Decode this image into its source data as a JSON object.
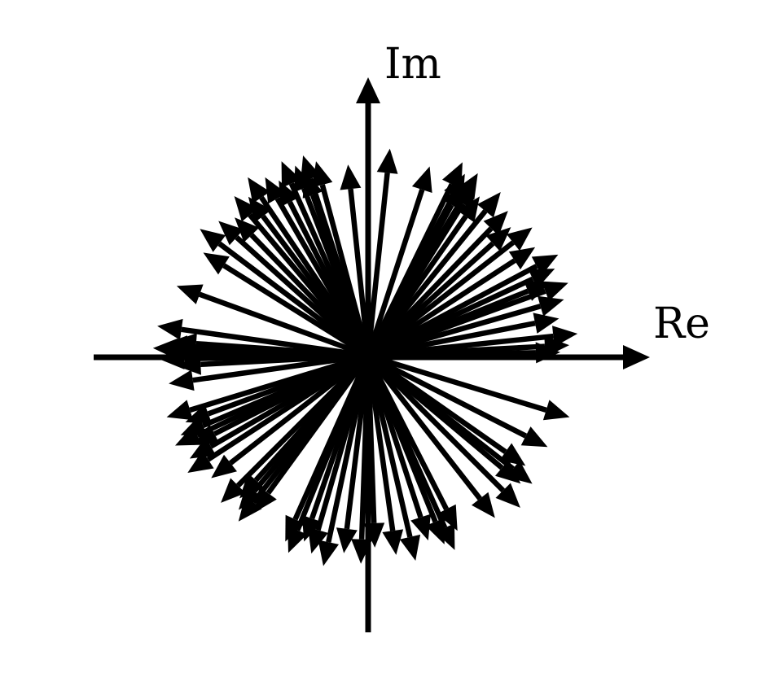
{
  "axes": {
    "imaginary_label": "Im",
    "real_label": "Re"
  },
  "colors": {
    "ink": "#000000",
    "background": "#ffffff"
  },
  "phasors": {
    "count": 80,
    "magnitude_min": 1.0,
    "magnitude_max": 1.12,
    "angles_deg": [
      1,
      3,
      6,
      11,
      16,
      20,
      22,
      25,
      28,
      33,
      38,
      42,
      46,
      51,
      55,
      58,
      59,
      61,
      62,
      64,
      72,
      84,
      96,
      105,
      108,
      109,
      111,
      114,
      117,
      120,
      124,
      127,
      130,
      134,
      138,
      143,
      148,
      160,
      172,
      176,
      177,
      178,
      179,
      181,
      183,
      188,
      197,
      200,
      203,
      205,
      207,
      210,
      213,
      218,
      225,
      228,
      230,
      232,
      234,
      246,
      248,
      251,
      254,
      258,
      263,
      268,
      272,
      278,
      283,
      288,
      292,
      294,
      297,
      308,
      315,
      320,
      322,
      325,
      333,
      343
    ]
  }
}
